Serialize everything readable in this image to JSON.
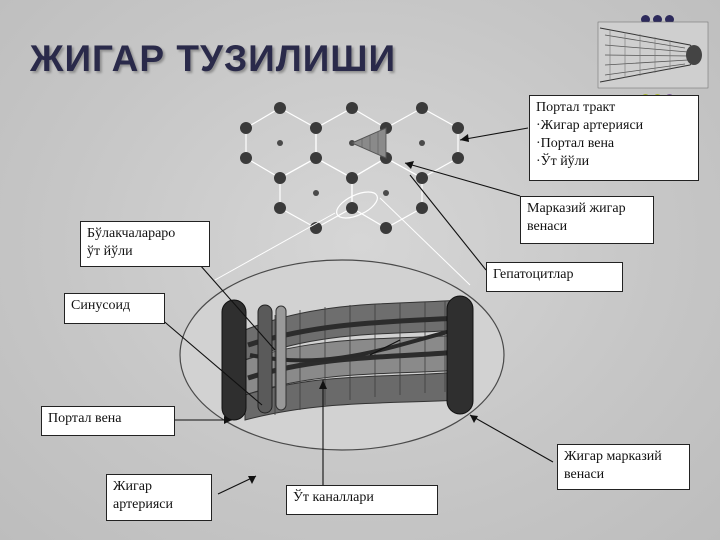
{
  "title": "ЖИГАР ТУЗИЛИШИ",
  "labels": {
    "portal_tract": [
      "Портал тракт",
      "·Жигар артерияси",
      "·Портал вена",
      "·Ўт йўли"
    ],
    "central_vein_top": [
      "Марказий жигар",
      "венаси"
    ],
    "hepatocytes": "Гепатоцитлар",
    "interlobular_duct": [
      "Бўлакчалараро",
      "ўт йўли"
    ],
    "sinusoid": "Синусоид",
    "portal_vein": "Портал вена",
    "hepatic_artery": [
      "Жигар",
      "артерияси"
    ],
    "bile_canaliculi": "Ўт каналлари",
    "central_vein_bottom": [
      "Жигар марказий",
      "венаси"
    ]
  },
  "colors": {
    "title": "#2a2a4a",
    "dot_dark": "#2d2a5c",
    "dot_olive": "#a7b52f",
    "dot_purple": "#7d5a9b",
    "tissue_dark": "#333333",
    "tissue_mid": "#7a7a7a"
  }
}
